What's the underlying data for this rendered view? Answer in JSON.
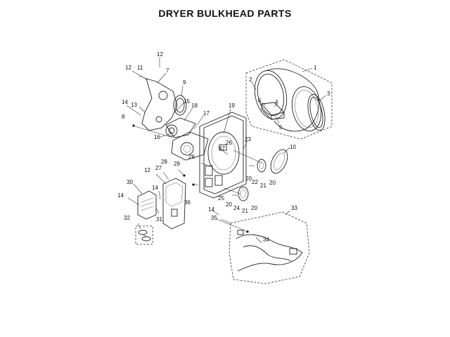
{
  "title": "DRYER BULKHEAD PARTS",
  "callouts": {
    "c1": "1",
    "c2": "2",
    "c3": "3",
    "c4": "4",
    "c5": "5",
    "c6": "6",
    "c7": "7",
    "c8": "8",
    "c9": "9",
    "c10": "10",
    "c11": "11",
    "c12a": "12",
    "c12b": "12",
    "c12c": "12",
    "c13": "13",
    "c14a": "14",
    "c14b": "14",
    "c14c": "14",
    "c14d": "14",
    "c15": "15",
    "c16": "16",
    "c17": "17",
    "c18": "18",
    "c19": "19",
    "c20a": "20",
    "c20b": "20",
    "c20c": "20",
    "c20d": "20",
    "c21a": "21",
    "c21b": "21",
    "c22": "22",
    "c23": "23",
    "c24": "24",
    "c25": "25",
    "c26a": "26",
    "c26b": "26",
    "c27": "27",
    "c28": "28",
    "c29": "29",
    "c30": "30",
    "c31": "31",
    "c32": "32",
    "c33": "33",
    "c34": "34",
    "c35": "35",
    "c36": "36",
    "c37": "37"
  },
  "colors": {
    "ink": "#222222",
    "background": "#ffffff"
  }
}
